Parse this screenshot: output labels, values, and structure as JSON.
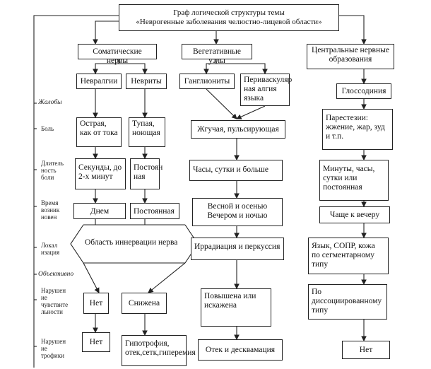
{
  "title": "Граф логической структуры темы\n«Неврогенные заболевания челюстно-лицевой области»",
  "row_labels": {
    "complaints": "Жалобы",
    "pain": "Боль",
    "duration": "Длитель\nность\nболи",
    "onset": "Время\nвозник\nновен",
    "localization": "Локал\nизация",
    "objective": "Объективно",
    "sensitivity": "Нарушен\nие\nчувствите\nльности",
    "trophic": "Нарушен\nие\nтрофики"
  },
  "nodes": {
    "somatic": "Соматические нервы",
    "vegetative": "Вегетативные узлы",
    "cns": "Центральные нервные образования",
    "neuralgia": "Невралгии",
    "neuritis": "Невриты",
    "ganglionitis": "Ганглиониты",
    "perivascular": "Периваскуляр ная алгия языка",
    "glossodynia": "Глоссодиния",
    "pain_neuralgia": "Острая, как от тока",
    "pain_neuritis": "Тупая, ноющая",
    "pain_veg": "Жгучая, пульсирующая",
    "pain_cns": "Парестезии: жжение, жар, зуд и т.п.",
    "dur_neuralgia": "Секунды, до 2-х минут",
    "dur_neuritis": "Постоян ная",
    "dur_veg": "Часы, сутки и больше",
    "dur_cns": "Минуты, часы, сутки или постоянная",
    "onset_neuralgia": "Днем",
    "onset_neuritis": "Постоянная",
    "onset_veg": "Весной и осенью Вечером и ночью",
    "onset_cns": "Чаще к вечеру",
    "loc_somatic": "Область иннервации нерва",
    "loc_veg": "Иррадиация и перкуссия",
    "loc_cns": "Язык, СОПР, кожа по сегментарному типу",
    "sens_neuralgia": "Нет",
    "sens_neuritis": "Снижена",
    "sens_veg": "Повышена или искажена",
    "sens_cns": "По диссоциированному типу",
    "troph_neuralgia": "Нет",
    "troph_neuritis": "Гипотрофия, отек,сетк,гиперемия",
    "troph_veg": "Отек и десквамация",
    "troph_cns": "Нет"
  }
}
